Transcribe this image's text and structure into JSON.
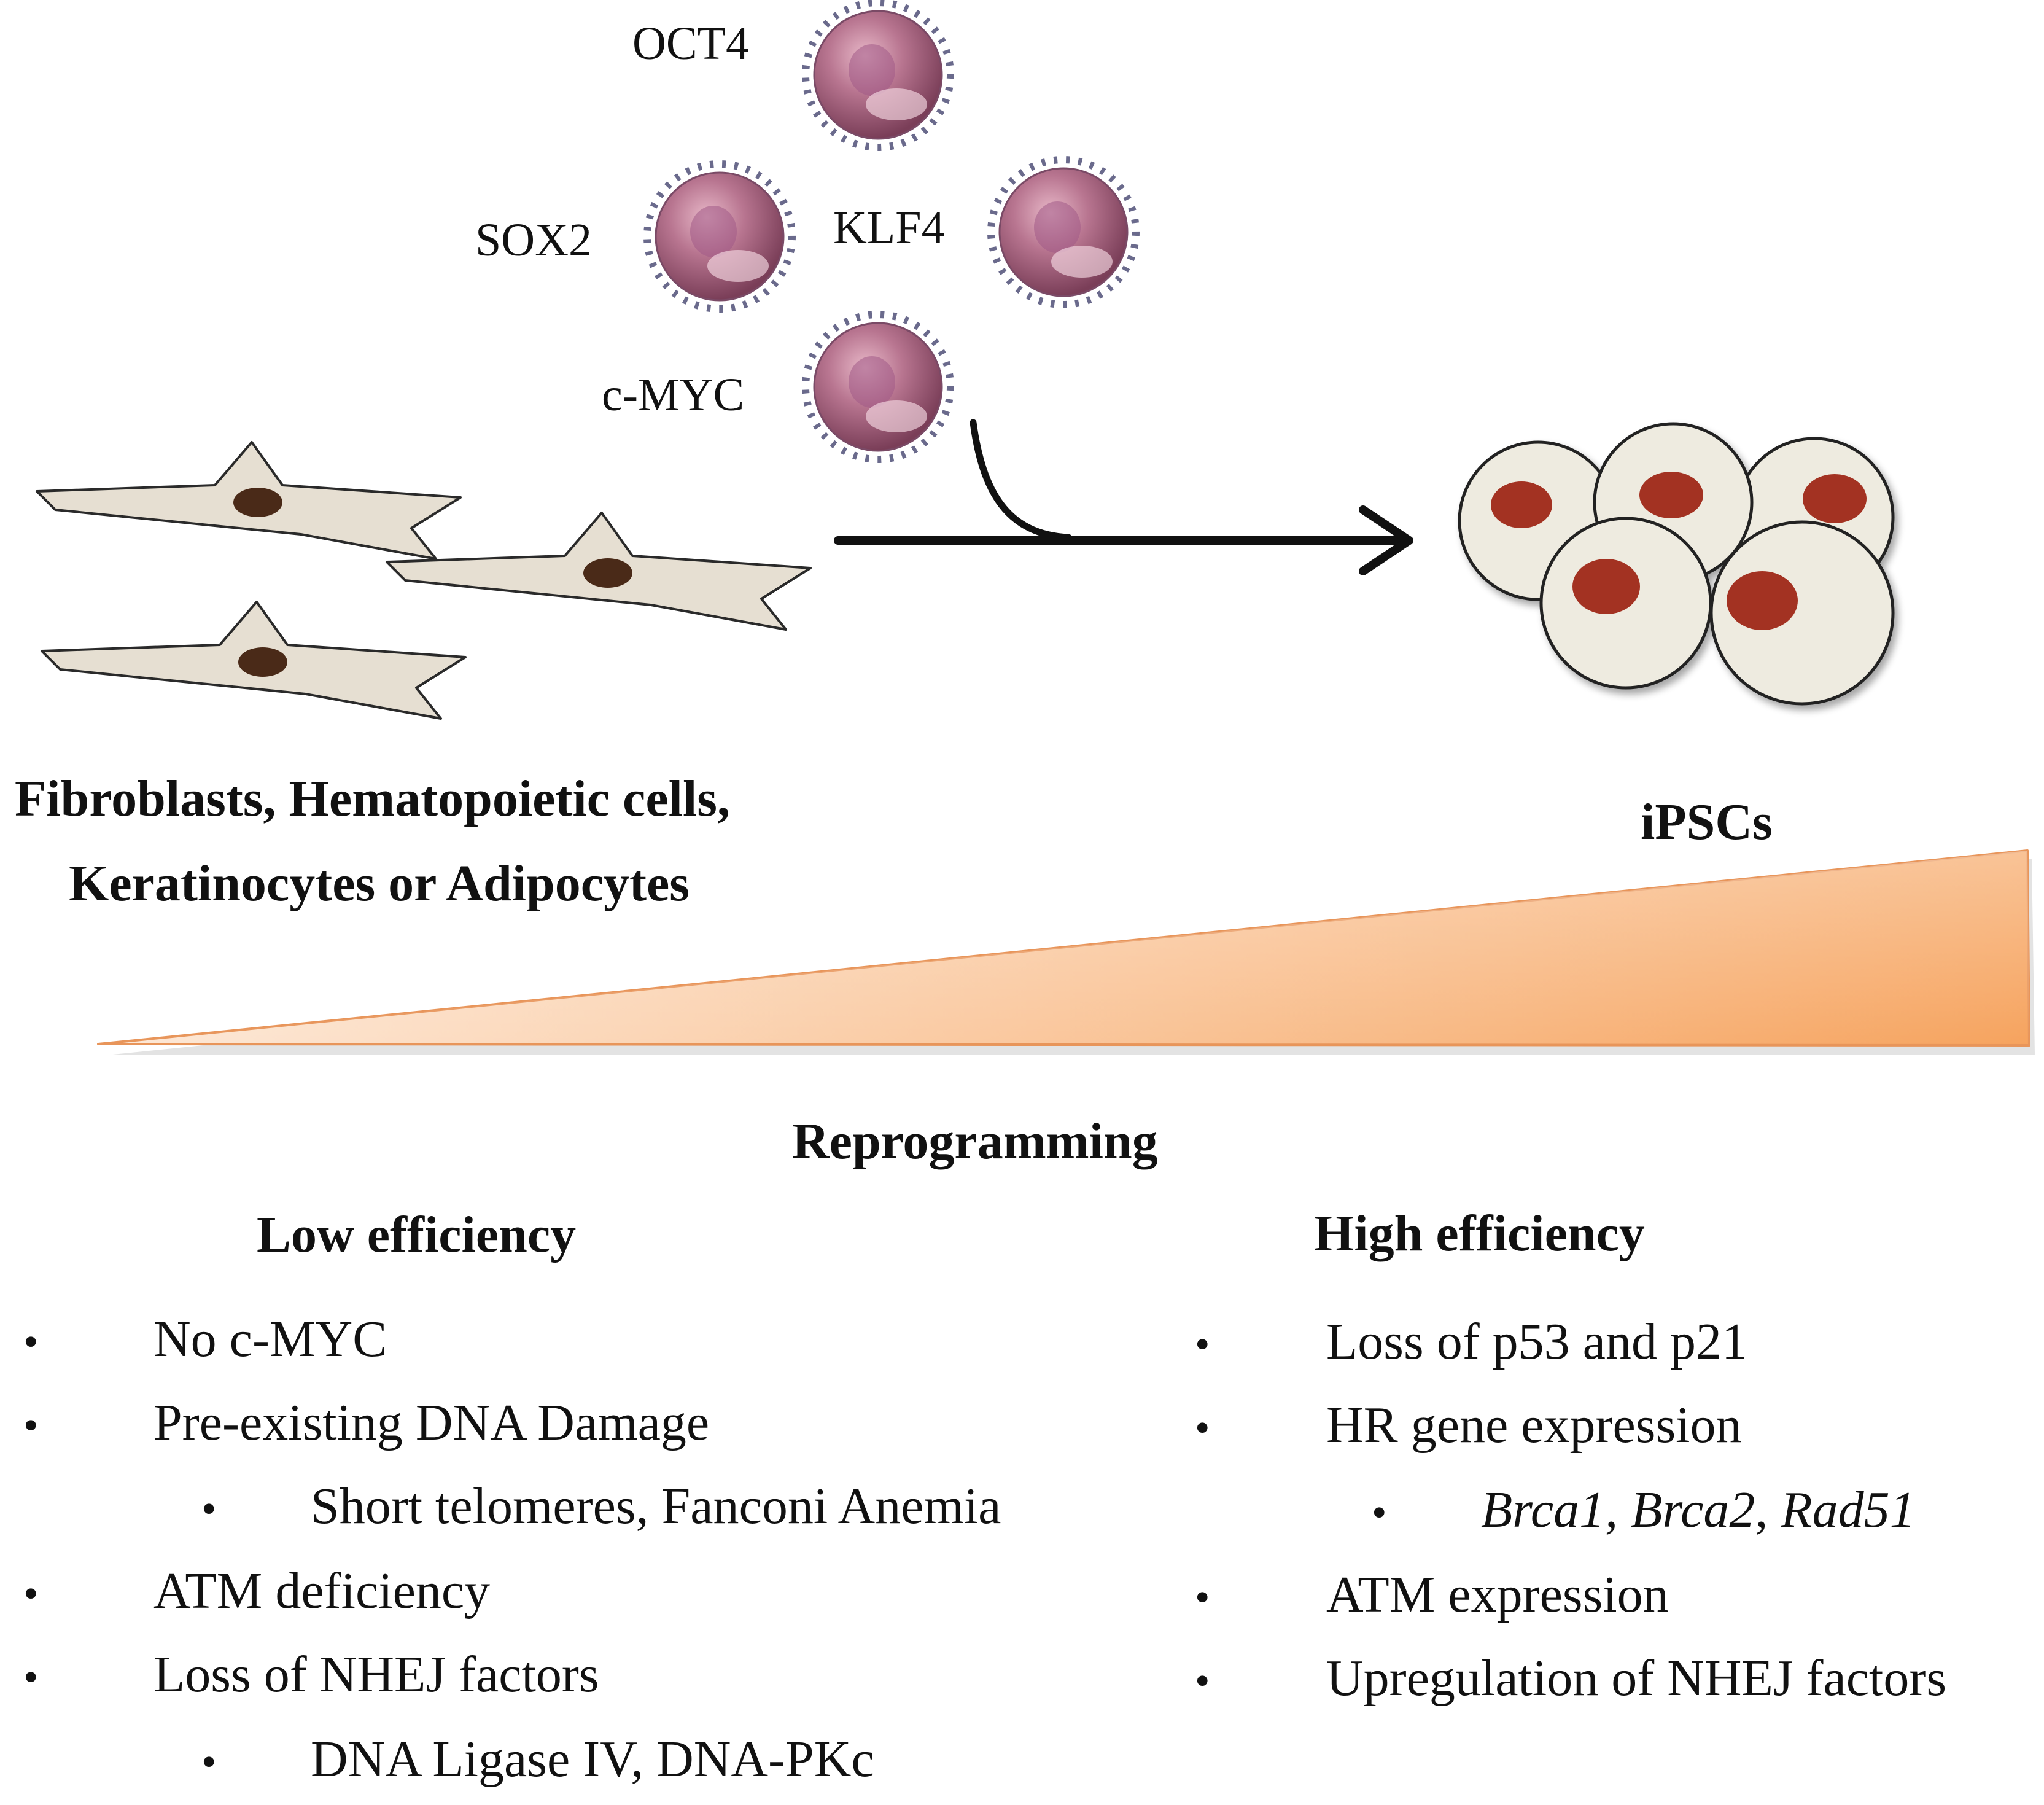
{
  "factors": {
    "oct4": "OCT4",
    "sox2": "SOX2",
    "klf4": "KLF4",
    "cmyc": "c-MYC"
  },
  "source": {
    "line1": "Fibroblasts, Hematopoietic cells,",
    "line2": "Keratinocytes or Adipocytes"
  },
  "target": "iPSCs",
  "process": "Reprogramming",
  "low": {
    "title": "Low efficiency",
    "bullet": "•",
    "items": [
      "No c-MYC",
      "Pre-existing DNA Damage",
      "Short telomeres, Fanconi Anemia",
      "ATM deficiency",
      "Loss of NHEJ factors",
      "DNA Ligase IV, DNA-PKc"
    ]
  },
  "high": {
    "title": "High efficiency",
    "bullet": "•",
    "items": [
      "Loss of p53 and p21",
      "HR gene expression",
      "Brca1, Brca2, Rad51",
      "ATM expression",
      "Upregulation of NHEJ factors"
    ]
  },
  "colors": {
    "virus_body": "#b0607a",
    "virus_spike": "#6a6a8c",
    "fibroblast_fill": "#e6dfd2",
    "fibroblast_nucleus": "#4a2a18",
    "ipsc_fill": "#eeebe0",
    "ipsc_nucleus": "#a33322",
    "wedge_light": "#fde6d2",
    "wedge_dark": "#f6a35e"
  }
}
